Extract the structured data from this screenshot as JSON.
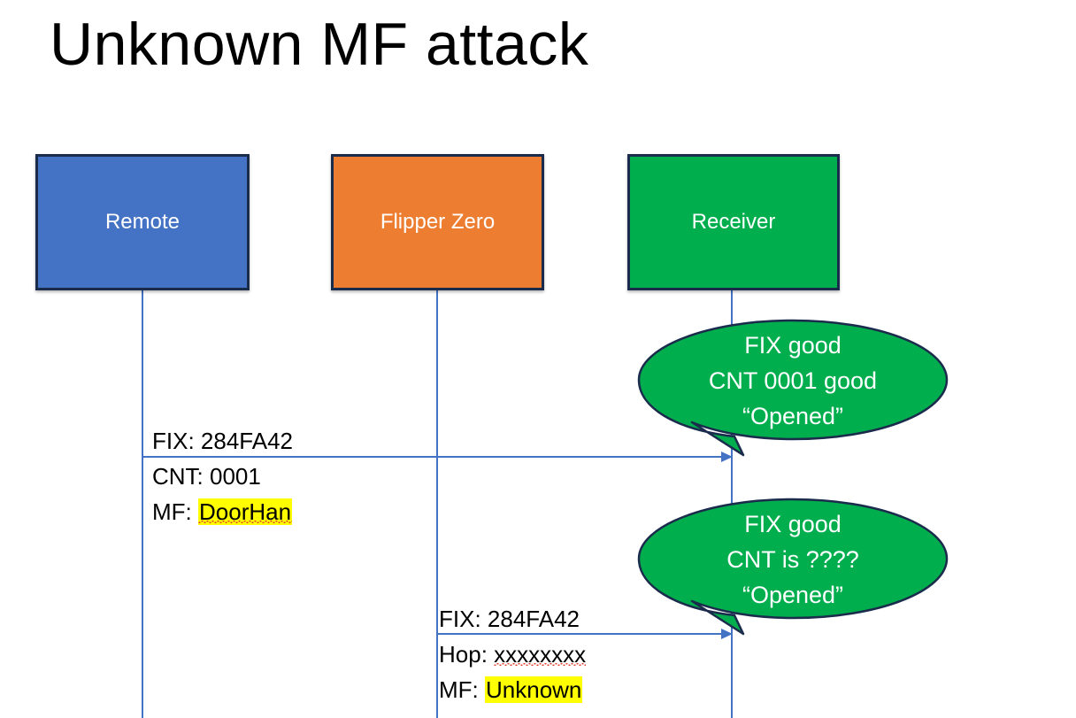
{
  "slide": {
    "title": "Unknown MF attack",
    "background": "#FFFFFF"
  },
  "colors": {
    "remote_box": "#4472C4",
    "flipper_box": "#ED7D31",
    "receiver_box": "#00AE4D",
    "box_border": "#1A2B4C",
    "lifeline": "#4472C4",
    "arrow": "#4472C4",
    "callout_fill": "#00AE4D",
    "callout_border": "#1A2B4C",
    "highlight": "#FFFF00",
    "spellcheck_underline": "#E03A2F",
    "text": "#000000",
    "box_text": "#FFFFFF"
  },
  "actors": [
    {
      "id": "remote",
      "label": "Remote"
    },
    {
      "id": "flipper",
      "label": "Flipper Zero"
    },
    {
      "id": "receiver",
      "label": "Receiver"
    }
  ],
  "messages": [
    {
      "id": "msg-1",
      "from": "remote",
      "to": "receiver",
      "lines": [
        {
          "label": "FIX:",
          "value": "284FA42",
          "highlight": false,
          "spellcheck_error": false
        },
        {
          "label": "CNT:",
          "value": "0001",
          "highlight": false,
          "spellcheck_error": false
        },
        {
          "label": "MF:",
          "value": "DoorHan",
          "highlight": true,
          "spellcheck_error": true
        }
      ]
    },
    {
      "id": "msg-2",
      "from": "flipper",
      "to": "receiver",
      "lines": [
        {
          "label": "FIX:",
          "value": "284FA42",
          "highlight": false,
          "spellcheck_error": false
        },
        {
          "label": "Hop:",
          "value": "xxxxxxxx",
          "highlight": false,
          "spellcheck_error": true
        },
        {
          "label": "MF:",
          "value": "Unknown",
          "highlight": true,
          "spellcheck_error": false
        }
      ]
    }
  ],
  "callouts": [
    {
      "id": "callout-1",
      "lines": [
        "FIX good",
        "CNT 0001 good",
        "“Opened”"
      ]
    },
    {
      "id": "callout-2",
      "lines": [
        "FIX good",
        "CNT is ????",
        "“Opened”"
      ]
    }
  ]
}
